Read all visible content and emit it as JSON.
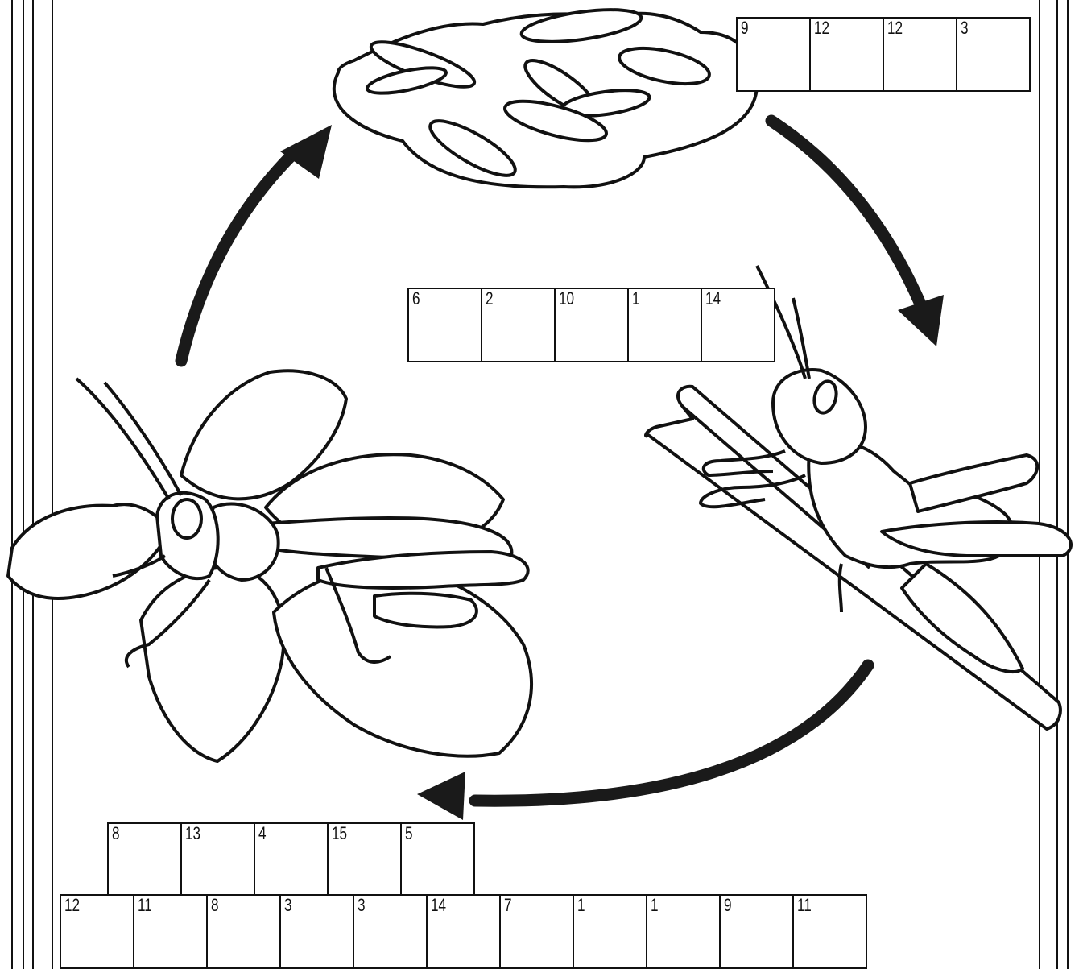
{
  "puzzle": {
    "eggs_clue": [
      "9",
      "12",
      "12",
      "3"
    ],
    "center_clue": [
      "6",
      "2",
      "10",
      "1",
      "14"
    ],
    "bottom_clue_row1": [
      "8",
      "13",
      "4",
      "15",
      "5"
    ],
    "bottom_clue_row2": [
      "12",
      "11",
      "8",
      "3",
      "3",
      "14",
      "7",
      "1",
      "1",
      "9",
      "11"
    ]
  },
  "colors": {
    "ink": "#111111",
    "paper": "#ffffff",
    "arrow": "#1a1a1a"
  },
  "stages": [
    {
      "name": "egg-pod-illustration"
    },
    {
      "name": "nymph-on-stick-illustration"
    },
    {
      "name": "adult-grasshopper-on-leaves-illustration"
    }
  ]
}
